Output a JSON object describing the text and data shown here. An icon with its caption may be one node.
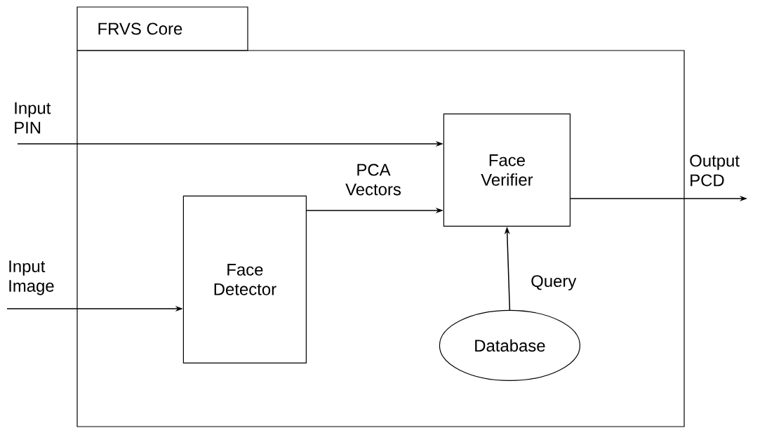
{
  "diagram": {
    "nodes": [
      {
        "text": [
          "FRVS Core"
        ]
      },
      {
        "text": [
          "Face Detector"
        ],
        "in": 0
      },
      {
        "text": [
          "Face Verifier"
        ],
        "in": 0
      },
      {
        "text": [
          "Database"
        ],
        "in": 0
      }
    ],
    "edges": [
      {
        "from": null,
        "to": 2,
        "arrow": "to",
        "label": "Input PIN"
      },
      {
        "from": null,
        "to": 1,
        "arrow": "to",
        "label": "Input Image"
      },
      {
        "from": 1,
        "to": 2,
        "arrow": "to",
        "label": "PCA Vectors"
      },
      {
        "from": 2,
        "to": null,
        "arrow": "to",
        "label": "Output PCD"
      },
      {
        "from": 3,
        "to": 2,
        "arrow": "to",
        "label": "Query"
      }
    ]
  }
}
